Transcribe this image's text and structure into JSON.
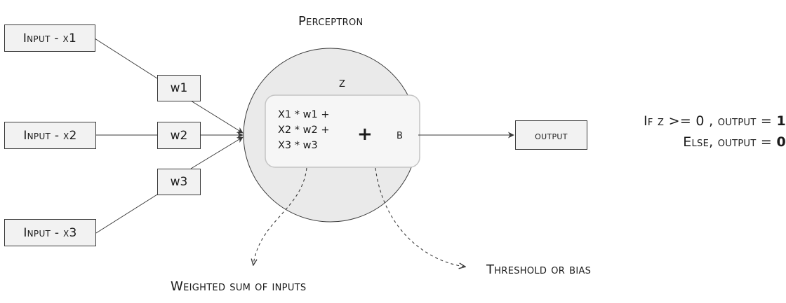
{
  "title": "Perceptron",
  "inputs": [
    {
      "label": "Input - x1"
    },
    {
      "label": "Input - x2"
    },
    {
      "label": "Input - x3"
    }
  ],
  "weights": [
    "w1",
    "w2",
    "w3"
  ],
  "perceptron": {
    "z_label": "z",
    "formula_lines": [
      "X1 * w1 +",
      "X2 * w2 +",
      "X3 * w3"
    ],
    "plus": "+",
    "bias": "b"
  },
  "output": {
    "label": "output"
  },
  "rule": {
    "line1": {
      "text": "If z >= 0 , output = ",
      "value": "1"
    },
    "line2": {
      "text": "Else, output = ",
      "value": "0"
    }
  },
  "annotations": {
    "weighted_sum": "Weighted sum of inputs",
    "threshold": "Threshold or bias"
  },
  "colors": {
    "box_fill": "#f2f2f2",
    "stroke": "#3a3a3a",
    "circle_fill": "#eaeaea",
    "inner_fill": "#f6f6f6"
  }
}
